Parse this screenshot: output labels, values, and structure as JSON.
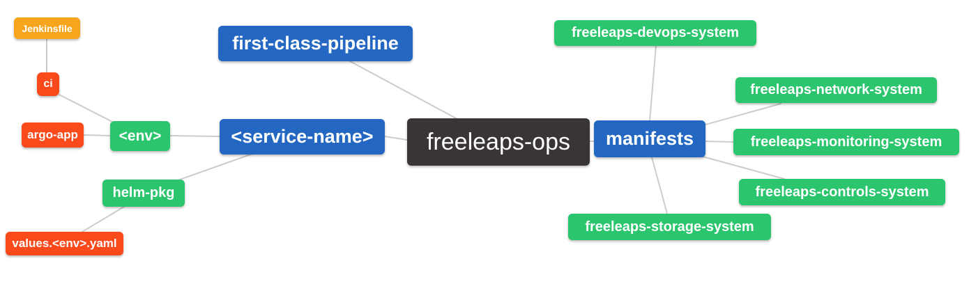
{
  "diagram": {
    "colors": {
      "blue": "#2467C2",
      "green": "#2AC56D",
      "orange": "#F8A51E",
      "red": "#FA4A1C",
      "dark": "#3A3535",
      "edge": "#CCCCCC",
      "background": "#FFFFFF",
      "text": "#FFFFFF"
    },
    "nodes": [
      {
        "id": "freeleaps-ops",
        "label": "freeleaps-ops"
      },
      {
        "id": "first-class-pipeline",
        "label": "first-class-pipeline"
      },
      {
        "id": "service-name",
        "label": "<service-name>"
      },
      {
        "id": "manifests",
        "label": "manifests"
      },
      {
        "id": "env",
        "label": "<env>"
      },
      {
        "id": "helm-pkg",
        "label": "helm-pkg"
      },
      {
        "id": "ci",
        "label": "ci"
      },
      {
        "id": "argo-app",
        "label": "argo-app"
      },
      {
        "id": "jenkinsfile",
        "label": "Jenkinsfile"
      },
      {
        "id": "values-env-yaml",
        "label": "values.<env>.yaml"
      },
      {
        "id": "freeleaps-devops-system",
        "label": "freeleaps-devops-system"
      },
      {
        "id": "freeleaps-network-system",
        "label": "freeleaps-network-system"
      },
      {
        "id": "freeleaps-monitoring-system",
        "label": "freeleaps-monitoring-system"
      },
      {
        "id": "freeleaps-controls-system",
        "label": "freeleaps-controls-system"
      },
      {
        "id": "freeleaps-storage-system",
        "label": "freeleaps-storage-system"
      }
    ],
    "edges": [
      [
        "jenkinsfile",
        "ci"
      ],
      [
        "ci",
        "env"
      ],
      [
        "argo-app",
        "env"
      ],
      [
        "env",
        "service-name"
      ],
      [
        "helm-pkg",
        "service-name"
      ],
      [
        "values-env-yaml",
        "helm-pkg"
      ],
      [
        "service-name",
        "freeleaps-ops"
      ],
      [
        "first-class-pipeline",
        "freeleaps-ops"
      ],
      [
        "freeleaps-ops",
        "manifests"
      ],
      [
        "manifests",
        "freeleaps-devops-system"
      ],
      [
        "manifests",
        "freeleaps-network-system"
      ],
      [
        "manifests",
        "freeleaps-monitoring-system"
      ],
      [
        "manifests",
        "freeleaps-controls-system"
      ],
      [
        "manifests",
        "freeleaps-storage-system"
      ]
    ]
  }
}
